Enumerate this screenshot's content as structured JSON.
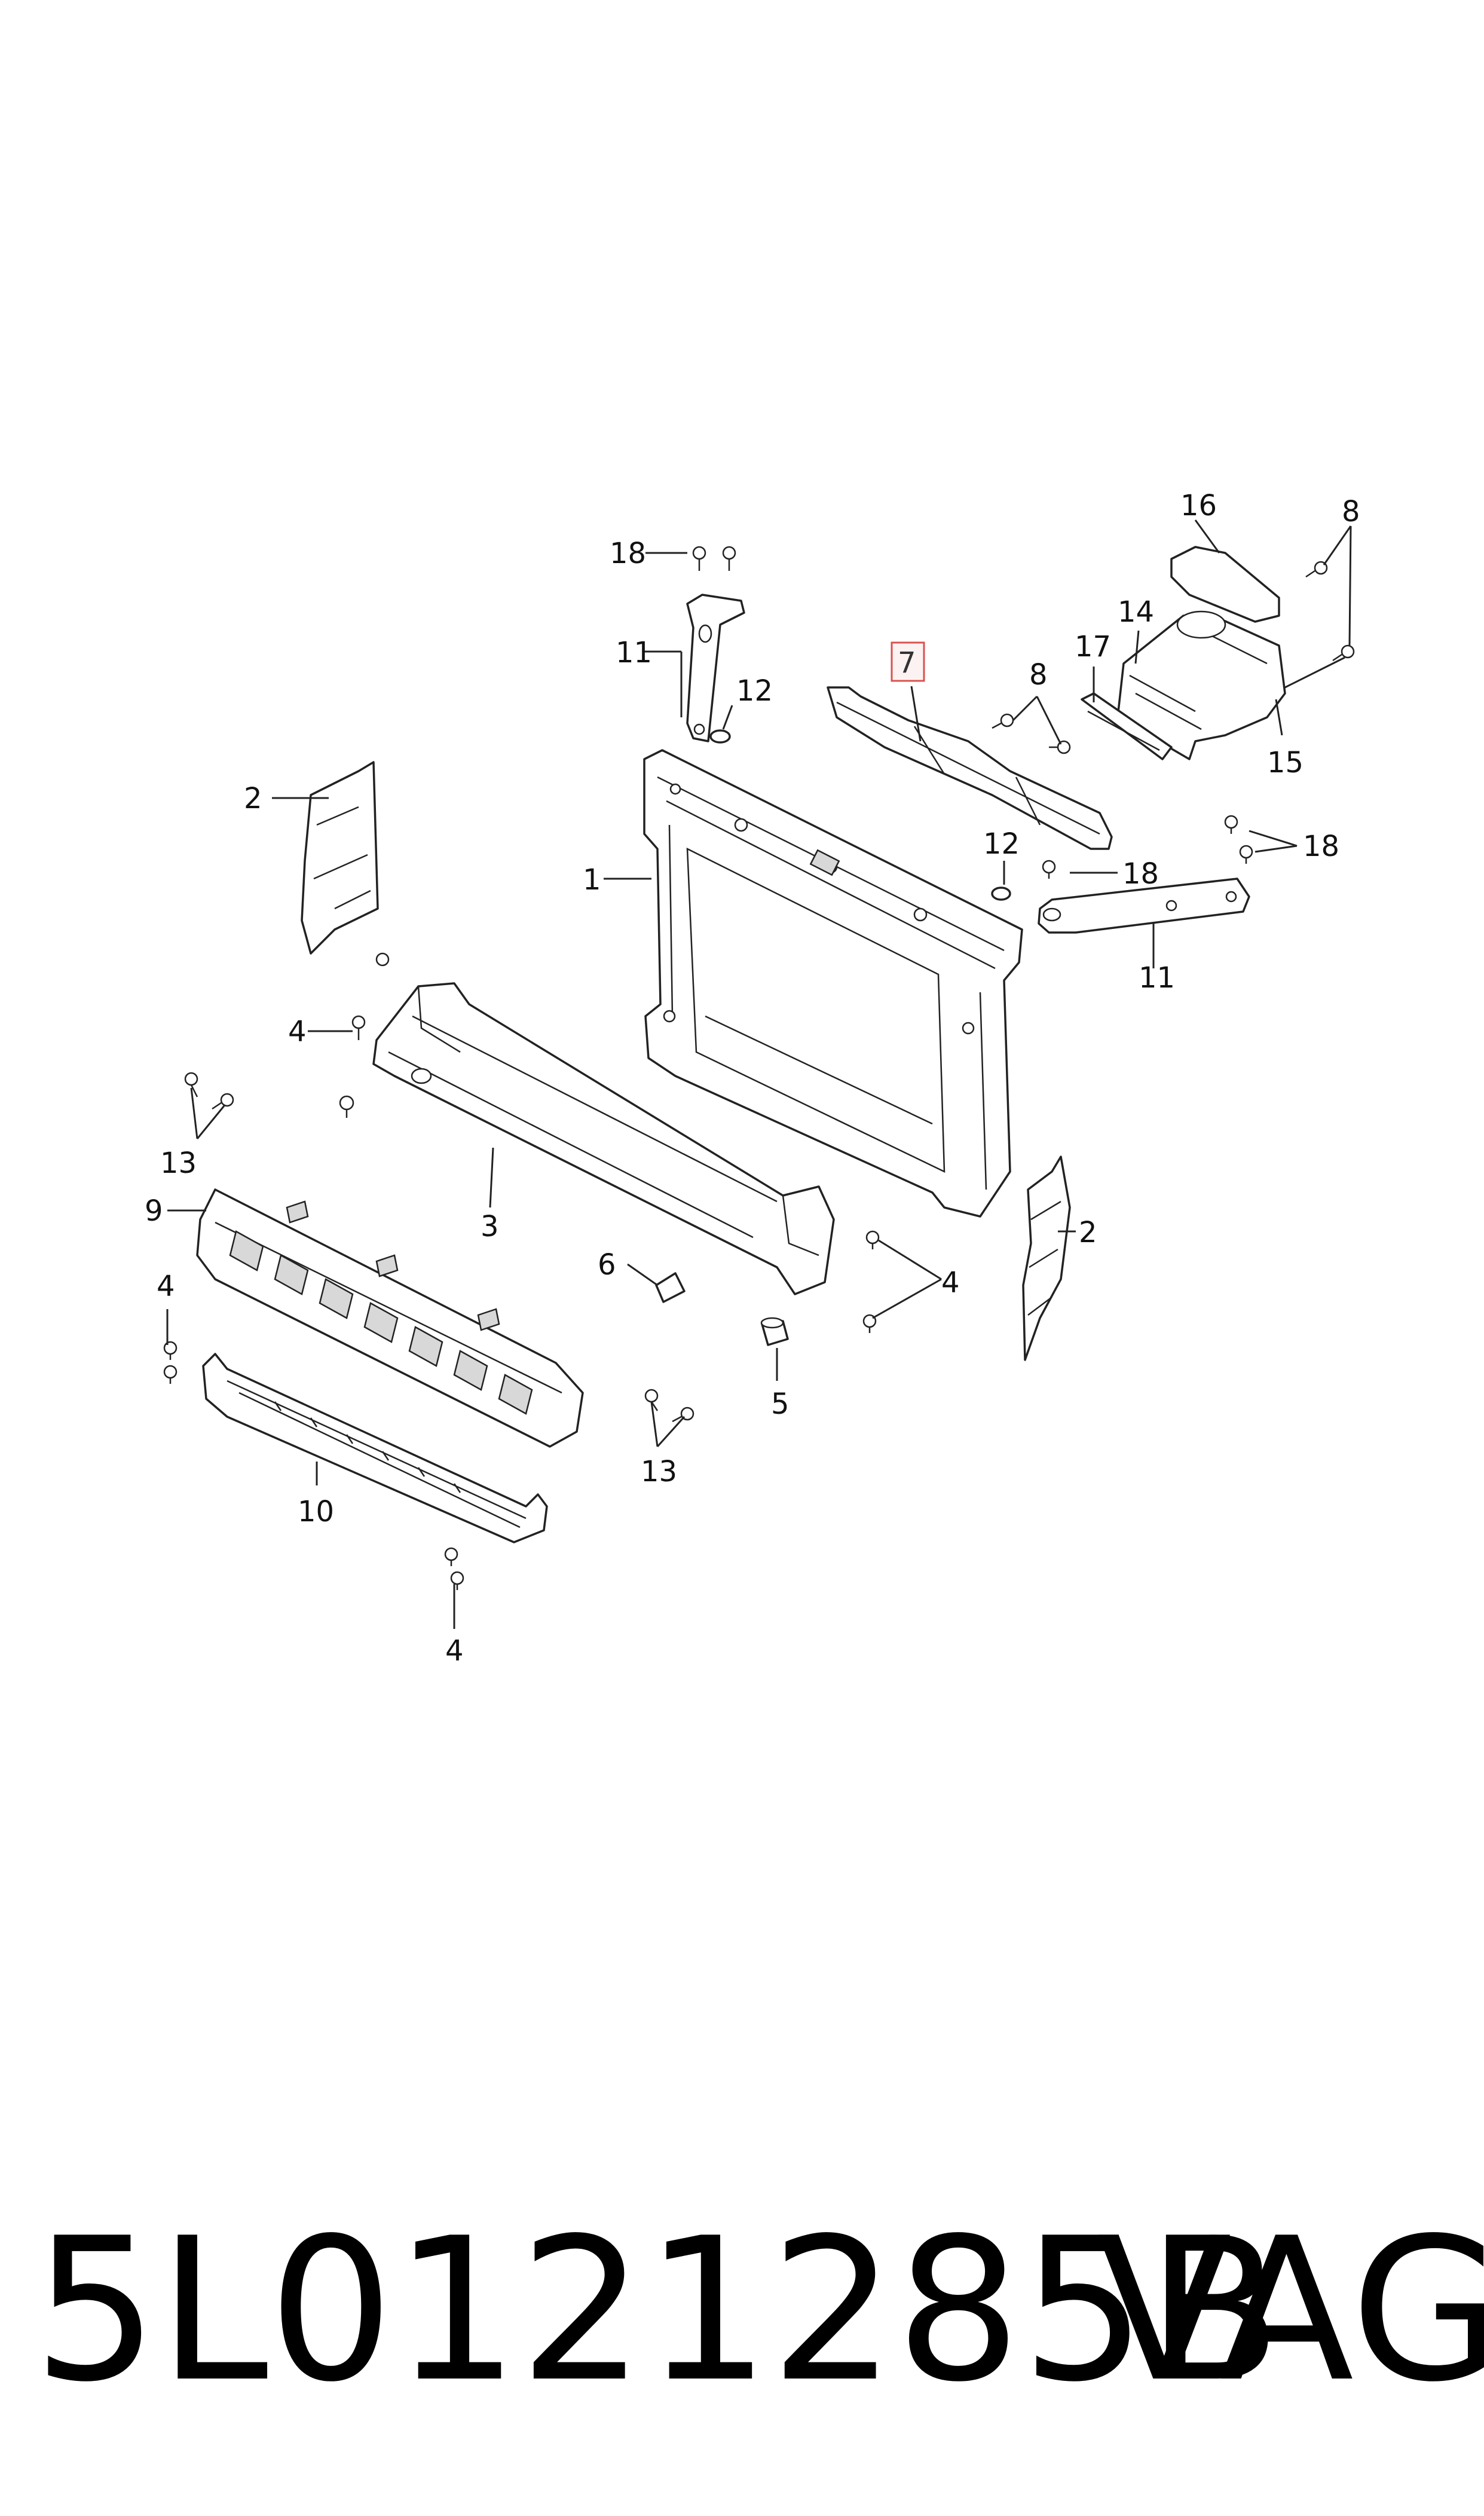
{
  "diagram": {
    "callouts": {
      "c1": "1",
      "c2_left": "2",
      "c2_right": "2",
      "c3": "3",
      "c4_a": "4",
      "c4_b": "4",
      "c4_c": "4",
      "c4_d": "4",
      "c5": "5",
      "c6": "6",
      "c7": "7",
      "c8_a": "8",
      "c8_b": "8",
      "c9": "9",
      "c10": "10",
      "c11_left": "11",
      "c11_right": "11",
      "c12_left": "12",
      "c12_right": "12",
      "c13_left": "13",
      "c13_right": "13",
      "c14": "14",
      "c15": "15",
      "c16": "16",
      "c17": "17",
      "c18_a": "18",
      "c18_b": "18",
      "c18_c": "18"
    },
    "highlighted_callout": "7",
    "highlight_color": "#d9534f"
  },
  "footer": {
    "part_number": "5L0121285B",
    "brand": "VAG"
  }
}
